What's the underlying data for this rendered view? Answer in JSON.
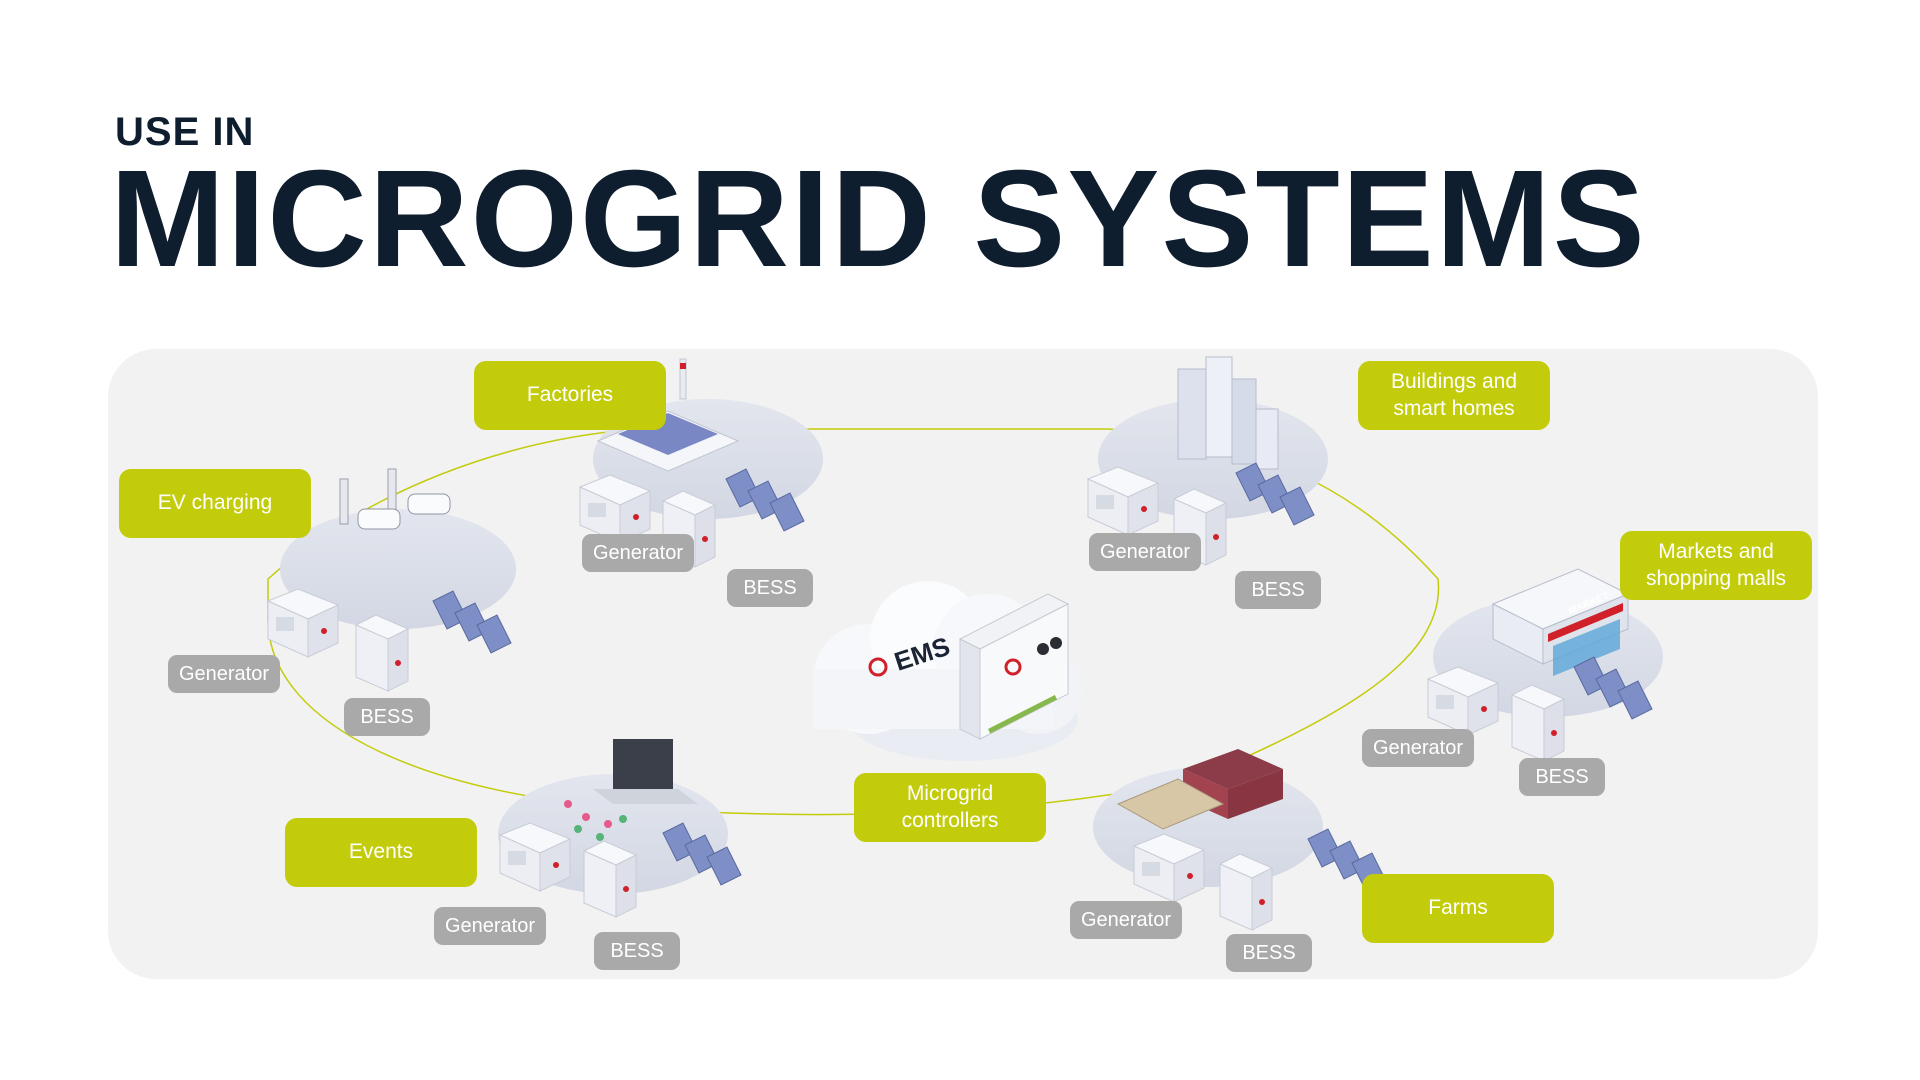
{
  "header": {
    "kicker": "USE IN",
    "title": "MICROGRID SYSTEMS"
  },
  "colors": {
    "accent": "#c3cc0b",
    "title": "#0f1e2e",
    "chip": "#a9a9a9",
    "panel": "#f2f2f2",
    "brand_red": "#d0202a"
  },
  "center": {
    "label": "Microgrid\ncontrollers",
    "cloud_text": "EMS"
  },
  "sites": [
    {
      "id": "factories",
      "label": "Factories",
      "generator": "Generator",
      "bess": "BESS"
    },
    {
      "id": "buildings",
      "label": "Buildings and\nsmart homes",
      "generator": "Generator",
      "bess": "BESS"
    },
    {
      "id": "markets",
      "label": "Markets and\nshopping malls",
      "generator": "Generator",
      "bess": "BESS",
      "sign": "MARKET"
    },
    {
      "id": "farms",
      "label": "Farms",
      "generator": "Generator",
      "bess": "BESS"
    },
    {
      "id": "events",
      "label": "Events",
      "generator": "Generator",
      "bess": "BESS"
    },
    {
      "id": "ev",
      "label": "EV charging",
      "generator": "Generator",
      "bess": "BESS"
    }
  ]
}
